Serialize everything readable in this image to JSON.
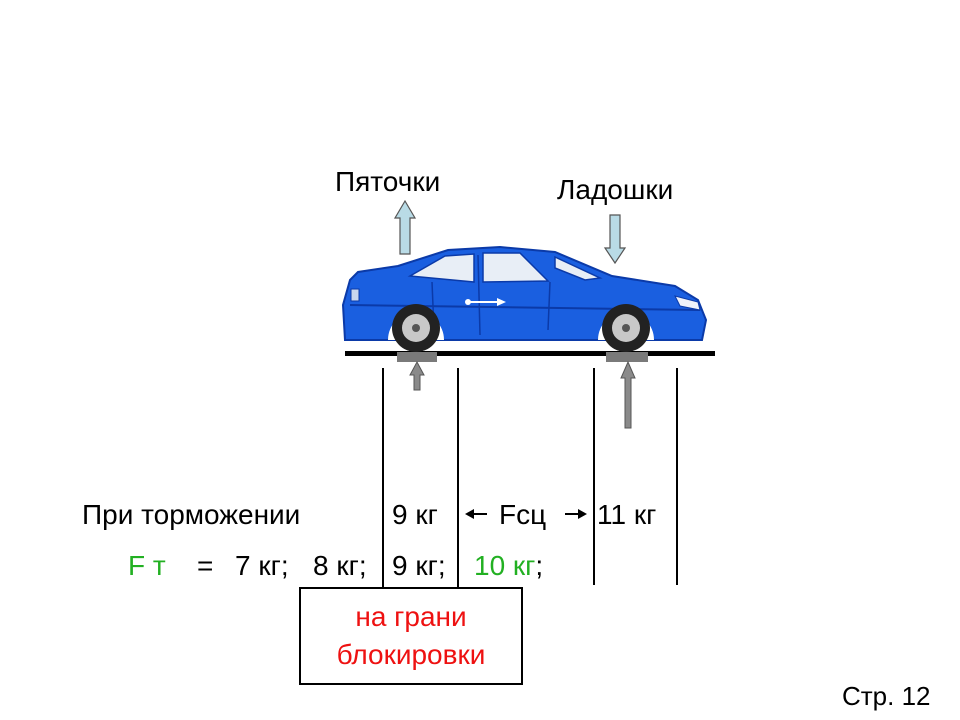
{
  "labels": {
    "heels": "Пяточки",
    "palms": "Ладошки"
  },
  "braking_row": {
    "caption": "При торможении",
    "front_kg": "9 кг",
    "force_label": "Fсц",
    "rear_kg": "11 кг"
  },
  "ft_row": {
    "symbol": "F т",
    "equals": "=",
    "values": [
      "7 кг;",
      "8 кг;",
      "9 кг;",
      "10 кг;"
    ]
  },
  "note": {
    "line1": "на грани",
    "line2": "блокировки"
  },
  "page_number": "Стр. 12",
  "colors": {
    "car_body": "#1a5fe0",
    "car_dark": "#0b3aa8",
    "arrow_fill": "#b9dbe6",
    "ground_arrow": "#8a8a8a",
    "highlight_green": "#22b022",
    "note_red": "#ee1111",
    "ground": "#000000"
  }
}
